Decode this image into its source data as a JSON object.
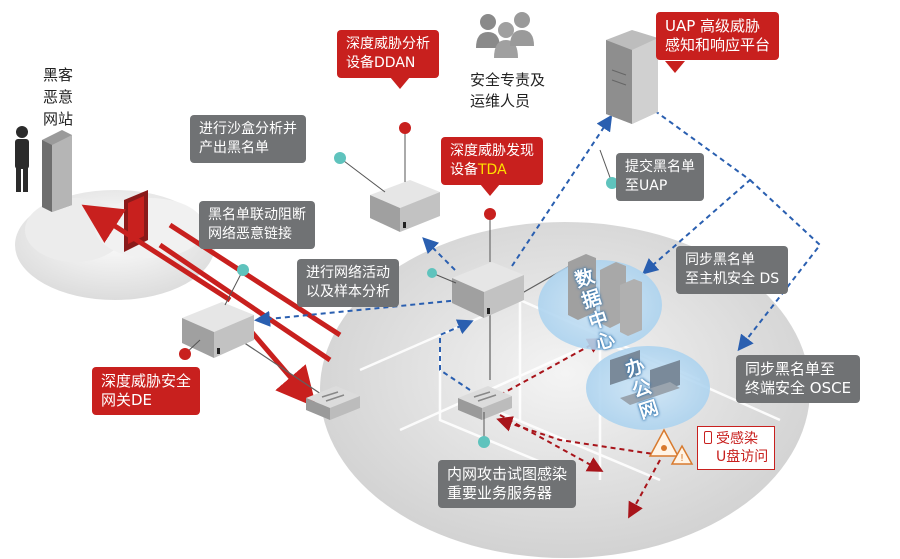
{
  "labels": {
    "hacker_site": [
      "黑客",
      "恶意",
      "网站"
    ],
    "ddan": [
      "深度威胁分析",
      "设备DDAN"
    ],
    "staff": [
      "安全专责及",
      "运维人员"
    ],
    "uap": [
      "UAP 高级威胁",
      "感知和响应平台"
    ],
    "sandbox": [
      "进行沙盒分析并",
      "产出黑名单"
    ],
    "tda_line1": "深度威胁发现",
    "tda_prefix": "设备",
    "tda_highlight": "TDA",
    "submit_blacklist": [
      "提交黑名单",
      "至UAP"
    ],
    "blacklist_block": [
      "黑名单联动阻断",
      "网络恶意链接"
    ],
    "network_analysis": [
      "进行网络活动",
      "以及样本分析"
    ],
    "sync_ds": [
      "同步黑名单",
      "至主机安全 DS"
    ],
    "datacenter": [
      "数",
      "据",
      "中",
      "心"
    ],
    "office": [
      "办",
      "公",
      "网"
    ],
    "gateway_de": [
      "深度威胁安全",
      "网关DE"
    ],
    "sync_osce": [
      "同步黑名单至",
      "终端安全 OSCE"
    ],
    "infected_usb": [
      "受感染",
      "U盘访问"
    ],
    "internal_attack": [
      "内网攻击试图感染",
      "重要业务服务器"
    ]
  },
  "colors": {
    "red": "#c8201e",
    "gray": "#707274",
    "blue_arrow": "#2a5fb0",
    "teal_dot": "#5fc3bd",
    "highlight": "#ffe000"
  }
}
